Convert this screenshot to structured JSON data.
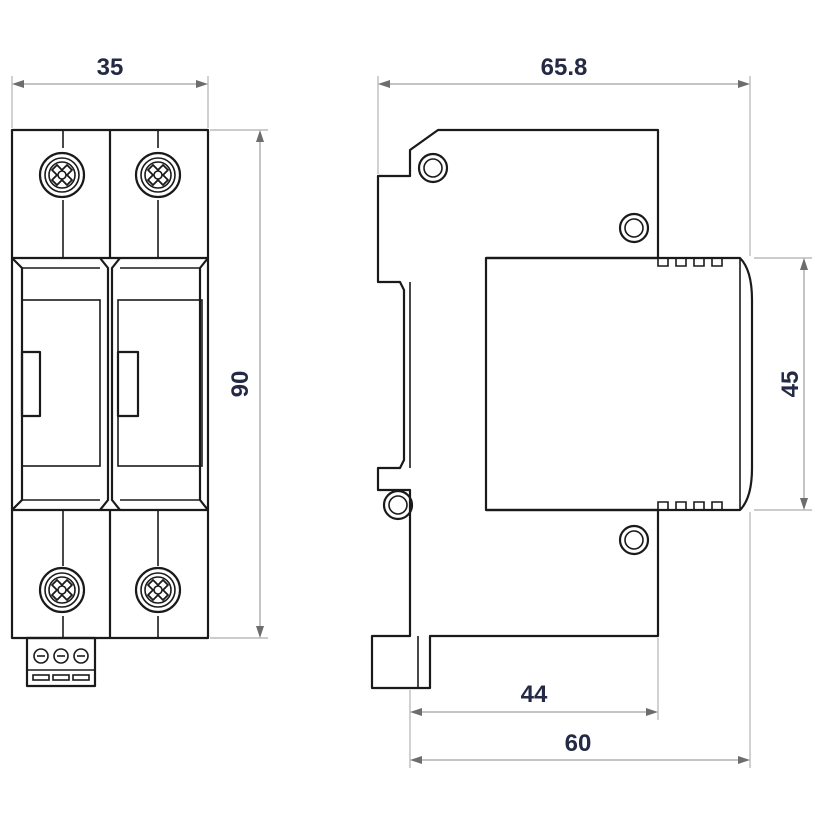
{
  "drawing": {
    "colors": {
      "line": "#1a1a1a",
      "dimension_text": "#242a45",
      "dimension_line": "#8a8a8a",
      "background": "#ffffff"
    },
    "front_view": {
      "width_label": "35",
      "height_label": "90",
      "terminal_screw_icon": "cross-screw-icon"
    },
    "side_view": {
      "depth_label": "65.8",
      "module_height_label": "45",
      "rail_to_front_label": "44",
      "rail_to_back_label": "60"
    }
  }
}
